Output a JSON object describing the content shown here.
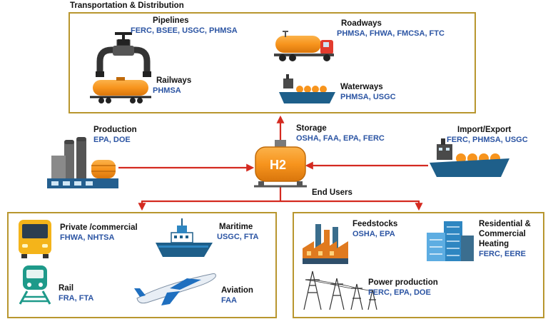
{
  "colors": {
    "box_border": "#b8962e",
    "arrow": "#d42a20",
    "agency_text": "#2b54a3",
    "tank_orange": "#f7941d",
    "ship_blue": "#1e5f8a"
  },
  "transport": {
    "heading": "Transportation & Distribution",
    "pipelines": {
      "title": "Pipelines",
      "agencies": "FERC, BSEE, USGC, PHMSA",
      "icon": "pipeline-valve-icon"
    },
    "roadways": {
      "title": "Roadways",
      "agencies": "PHMSA, FHWA, FMCSA, FTC",
      "icon": "tanker-truck-icon"
    },
    "railways": {
      "title": "Railways",
      "agencies": "PHMSA",
      "icon": "rail-tank-car-icon"
    },
    "waterways": {
      "title": "Waterways",
      "agencies": "PHMSA, USGC",
      "icon": "cargo-ship-icon"
    }
  },
  "middle": {
    "production": {
      "title": "Production",
      "agencies": "EPA, DOE",
      "icon": "industrial-plant-icon"
    },
    "storage": {
      "title": "Storage",
      "agencies": "OSHA, FAA, EPA, FERC",
      "tank_label": "H2",
      "icon": "hydrogen-tank-icon"
    },
    "import_export": {
      "title": "Import/Export",
      "agencies": "FERC, PHMSA, USGC",
      "icon": "tanker-ship-icon"
    },
    "end_users": "End Users"
  },
  "users_left": {
    "private": {
      "title": "Private /commercial",
      "agencies": "FHWA, NHTSA",
      "icon": "bus-icon"
    },
    "maritime": {
      "title": "Maritime",
      "agencies": "USGC, FTA",
      "icon": "ship-icon"
    },
    "rail": {
      "title": "Rail",
      "agencies": "FRA, FTA",
      "icon": "train-icon"
    },
    "aviation": {
      "title": "Aviation",
      "agencies": "FAA",
      "icon": "airplane-icon"
    }
  },
  "users_right": {
    "feedstocks": {
      "title": "Feedstocks",
      "agencies": "OSHA, EPA",
      "icon": "factory-icon"
    },
    "residential": {
      "title_line1": "Residential &",
      "title_line2": "Commercial",
      "title_line3": "Heating",
      "agencies": "FERC, EERE",
      "icon": "buildings-icon"
    },
    "power": {
      "title": "Power production",
      "agencies": "FERC, EPA, DOE",
      "icon": "transmission-tower-icon"
    }
  }
}
